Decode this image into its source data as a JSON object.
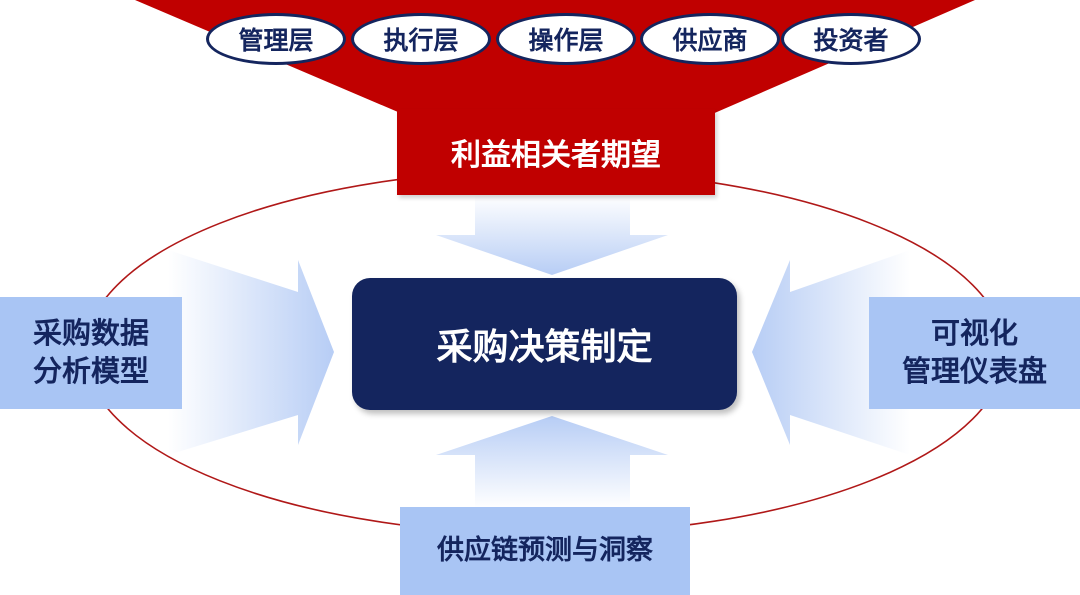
{
  "stakeholders": [
    "管理层",
    "执行层",
    "操作层",
    "供应商",
    "投资者"
  ],
  "top_box": "利益相关者期望",
  "core": "采购决策制定",
  "left_box": {
    "line1": "采购数据",
    "line2": "分析模型"
  },
  "right_box": {
    "line1": "可视化",
    "line2": "管理仪表盘"
  },
  "bottom_box": "供应链预测与洞察",
  "colors": {
    "red": "#c00000",
    "navy": "#14255e",
    "light_blue": "#a9c5f4",
    "ellipse": "#b01818"
  }
}
